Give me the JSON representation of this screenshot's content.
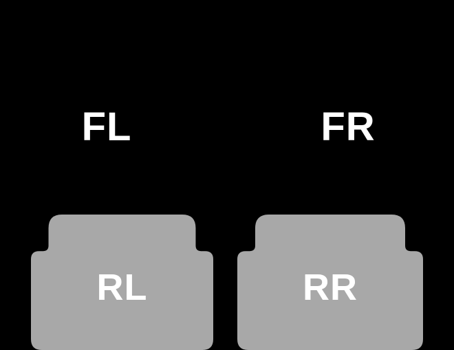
{
  "diagram": {
    "type": "car-floor-mat-positions",
    "background_color": "#000000",
    "mat_color": "#a8a8a8",
    "label_color": "#ffffff"
  },
  "labels": {
    "front_left": "FL",
    "front_right": "FR",
    "rear_left": "RL",
    "rear_right": "RR"
  }
}
